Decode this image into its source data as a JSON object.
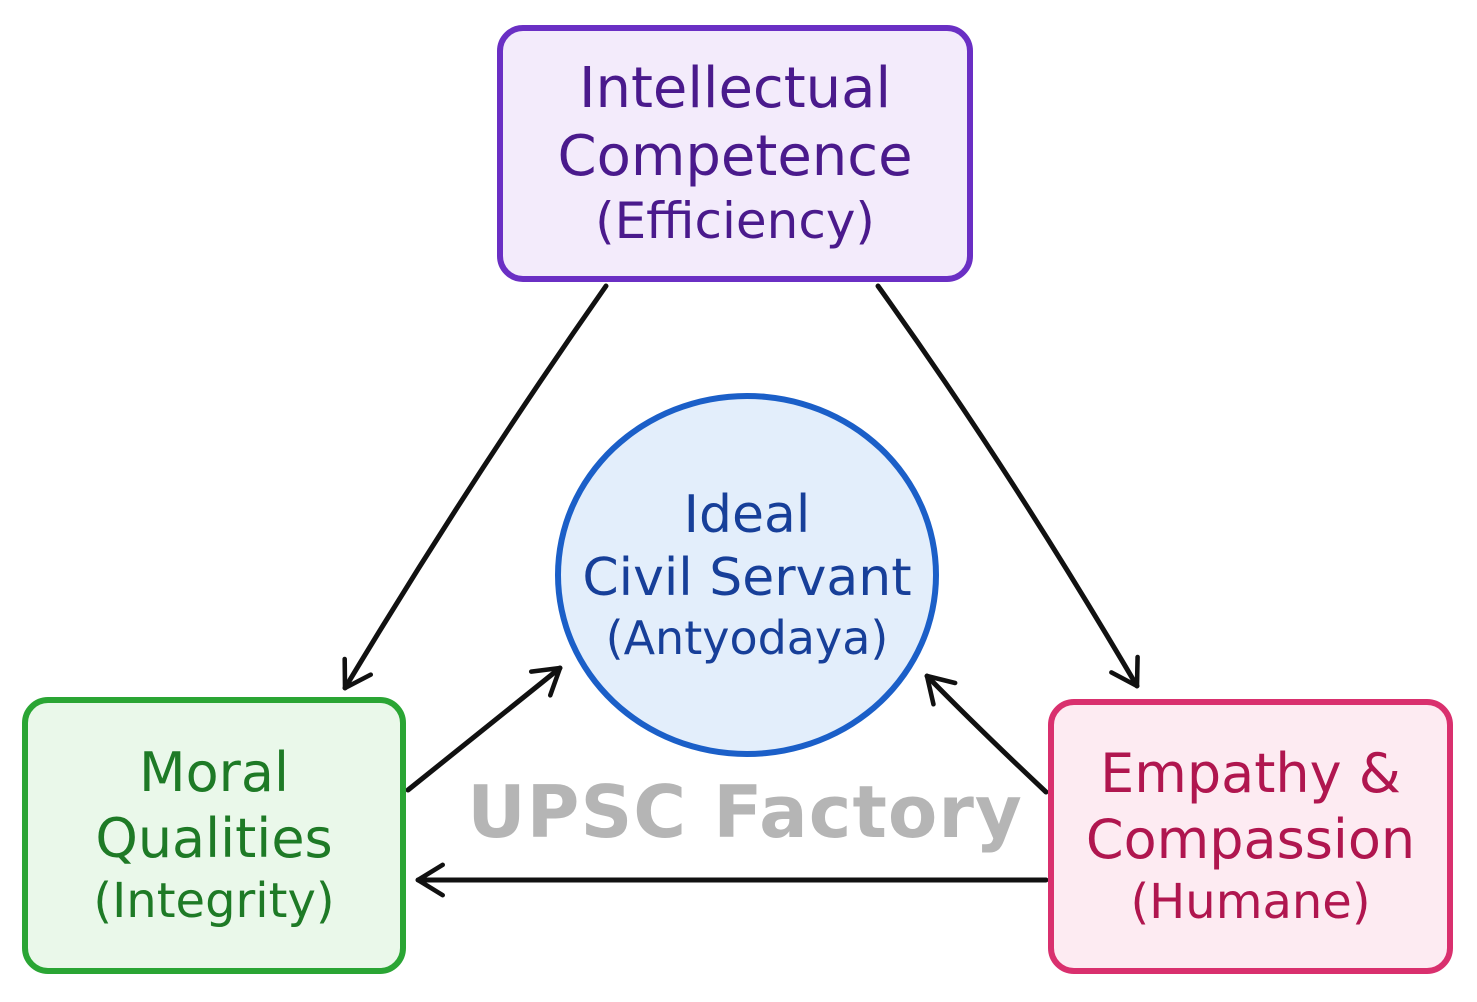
{
  "diagram": {
    "top_node": {
      "line1": "Intellectual",
      "line2": "Competence",
      "line3": "(Efficiency)"
    },
    "left_node": {
      "line1": "Moral",
      "line2": "Qualities",
      "line3": "(Integrity)"
    },
    "right_node": {
      "line1": "Empathy &",
      "line2": "Compassion",
      "line3": "(Humane)"
    },
    "center_node": {
      "line1": "Ideal",
      "line2": "Civil Servant",
      "line3": "(Antyodaya)"
    },
    "watermark": "UPSC Factory"
  },
  "colors": {
    "top": "#6a2fc4",
    "left": "#2aa534",
    "right": "#d9306e",
    "center": "#1b5fc8",
    "arrow": "#111111",
    "watermark": "#b5b5b5"
  }
}
